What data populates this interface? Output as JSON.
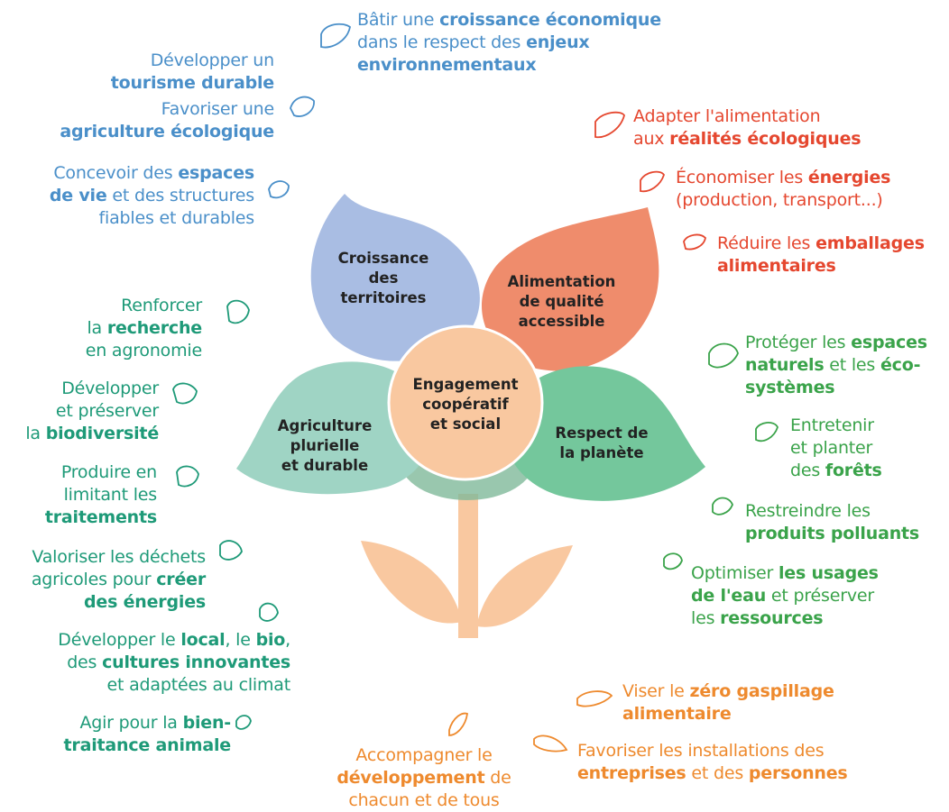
{
  "colors": {
    "blue": "#4a8fc9",
    "red": "#e5472f",
    "green": "#3aa34a",
    "teal": "#1e9a78",
    "orange": "#ee8a2e",
    "petal_blue": "#a9bde3",
    "petal_orange": "#ef8c6c",
    "petal_green": "#74c79c",
    "petal_teal": "#9fd4c4",
    "center": "#f9c8a0",
    "stem": "#f9c8a0"
  },
  "petals": {
    "top_left": [
      "Croissance",
      "des",
      "territoires"
    ],
    "top_right": [
      "Alimentation",
      "de qualité",
      "accessible"
    ],
    "left": [
      "Agriculture",
      "plurielle",
      "et durable"
    ],
    "right": [
      "Respect de",
      "la planète"
    ],
    "center": [
      "Engagement",
      "coopératif",
      "et social"
    ]
  },
  "blue_items": {
    "a": {
      "l1a": "Bâtir une ",
      "l1b": "croissance économique",
      "l2a": "dans le respect des ",
      "l2b": "enjeux",
      "l3b": "environnementaux"
    },
    "b": {
      "l1a": "Développer un",
      "l2b": "tourisme durable"
    },
    "c": {
      "l1a": "Favoriser une",
      "l2b": "agriculture écologique"
    },
    "d": {
      "l1a": "Concevoir des ",
      "l1b": "espaces",
      "l2b": "de vie",
      "l2a": " et des structures",
      "l3a": "fiables et durables"
    }
  },
  "red_items": {
    "a": {
      "l1a": "Adapter l'alimentation",
      "l2a": "aux ",
      "l2b": "réalités écologiques"
    },
    "b": {
      "l1a": "Économiser les ",
      "l1b": "énergies",
      "l2a": "(production, transport...)"
    },
    "c": {
      "l1a": "Réduire les ",
      "l1b": "emballages",
      "l2b": "alimentaires"
    }
  },
  "green_items": {
    "a": {
      "l1a": "Protéger les ",
      "l1b": "espaces",
      "l2b": "naturels",
      "l2a": " et les ",
      "l2c": "éco-",
      "l3b": "systèmes"
    },
    "b": {
      "l1a": "Entretenir",
      "l2a": "et planter",
      "l3a": "des ",
      "l3b": "forêts"
    },
    "c": {
      "l1a": "Restreindre les",
      "l2b": "produits polluants"
    },
    "d": {
      "l1a": "Optimiser ",
      "l1b": "les usages",
      "l2b": "de l'eau",
      "l2a": " et préserver",
      "l3a": "les ",
      "l3b": "ressources"
    }
  },
  "teal_items": {
    "a": {
      "l1a": "Renforcer",
      "l2a": "la ",
      "l2b": "recherche",
      "l3a": "en agronomie"
    },
    "b": {
      "l1a": "Développer",
      "l2a": "et préserver",
      "l3a": "la ",
      "l3b": "biodiversité"
    },
    "c": {
      "l1a": "Produire en",
      "l2a": "limitant les",
      "l3b": "traitements"
    },
    "d": {
      "l1a": "Valoriser les déchets",
      "l2a": "agricoles pour ",
      "l2b": "créer",
      "l3b": "des énergies"
    },
    "e": {
      "l1a": "Développer le ",
      "l1b": "local",
      "l1c": ", le ",
      "l1d": "bio",
      "l1e": ",",
      "l2a": "des ",
      "l2b": "cultures innovantes",
      "l3a": "et adaptées au climat"
    },
    "f": {
      "l1a": "Agir pour la ",
      "l1b": "bien-",
      "l2b": "traitance animale"
    }
  },
  "orange_items": {
    "a": {
      "l1a": "Viser le ",
      "l1b": "zéro gaspillage",
      "l2b": "alimentaire"
    },
    "b": {
      "l1a": "Favoriser les installations des",
      "l2b": "entreprises",
      "l2a": " et des ",
      "l2c": "personnes"
    },
    "c": {
      "l1a": "Accompagner le",
      "l2b": "développement",
      "l2a": " de",
      "l3a": "chacun et de tous"
    }
  },
  "icons": [
    "leaf-outline-icon"
  ]
}
